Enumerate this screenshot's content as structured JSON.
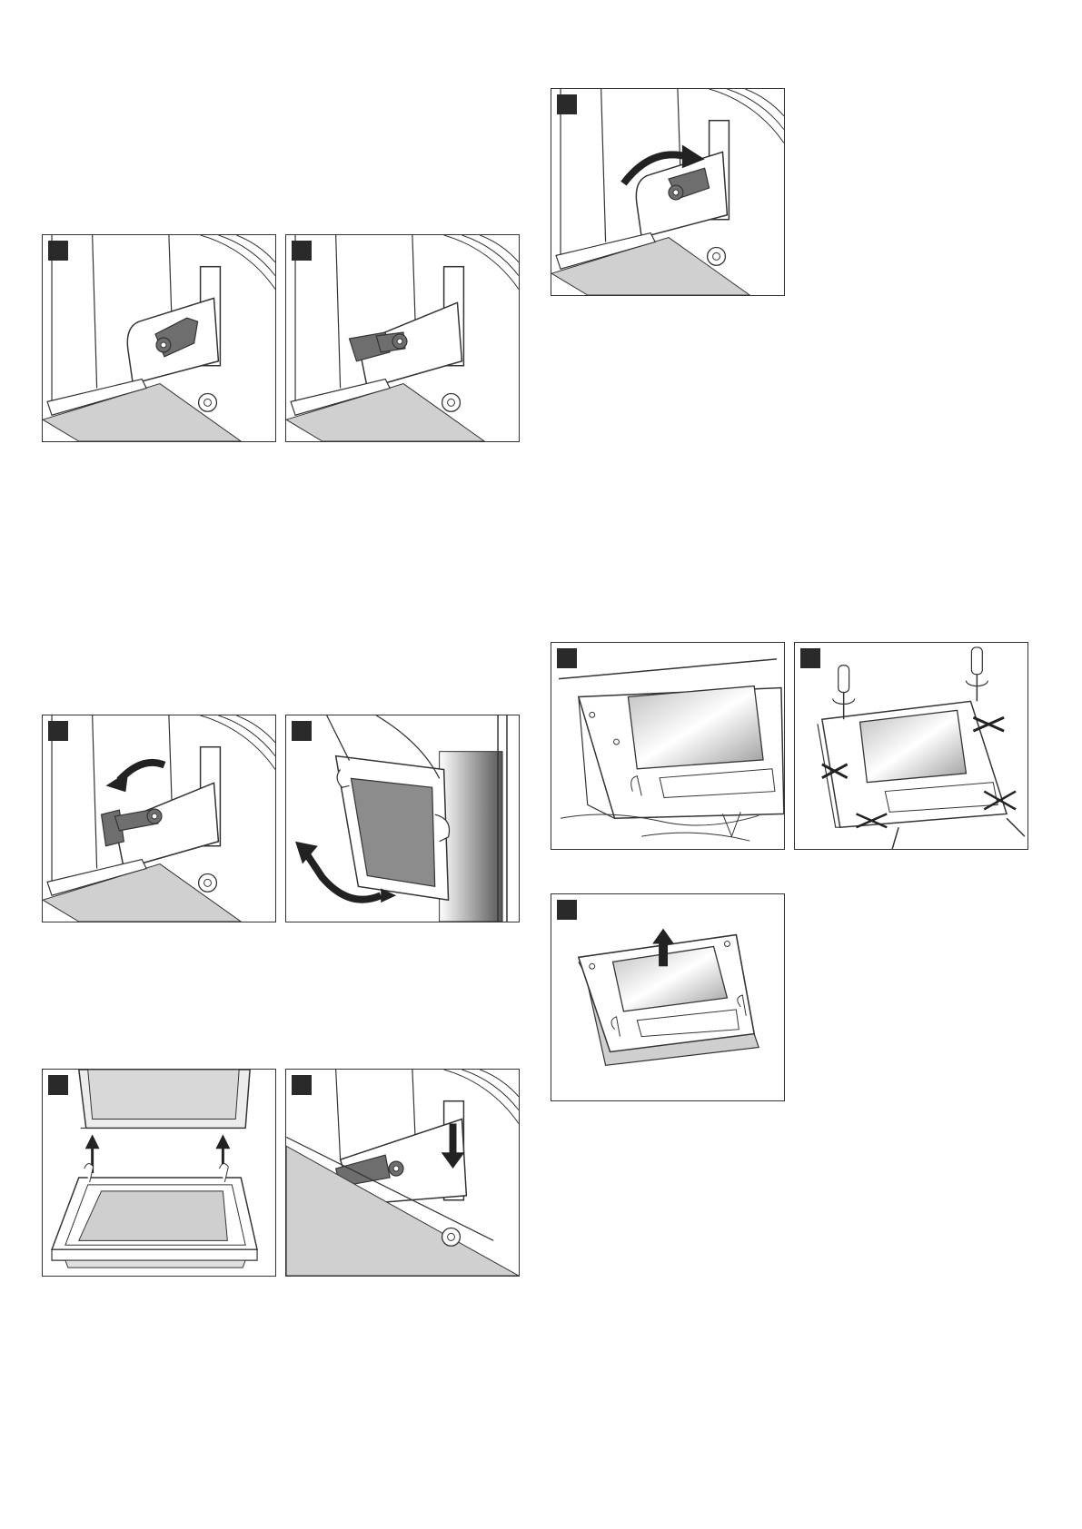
{
  "page": {
    "background": "#ffffff"
  },
  "colors": {
    "line": "#333333",
    "handle": "#6e6e6e",
    "fill_light": "#cfcfcf",
    "glass": "#d8d8d8",
    "badge": "#2a2a2a"
  },
  "figures": [
    {
      "id": "hinge-lever-closed",
      "icon": "hinge-lever-closed-illustration"
    },
    {
      "id": "hinge-lever-flipped",
      "icon": "hinge-lever-flipped-illustration"
    },
    {
      "id": "hinge-lever-folded",
      "icon": "hinge-lever-fold-arrow-illustration"
    },
    {
      "id": "door-lift-off",
      "icon": "door-removal-illustration"
    },
    {
      "id": "door-hinges-insert",
      "icon": "door-hinge-insert-illustration"
    },
    {
      "id": "hinge-lever-down",
      "icon": "hinge-lever-down-arrow-illustration"
    },
    {
      "id": "hinge-lever-open",
      "icon": "hinge-lever-open-arrow-illustration"
    },
    {
      "id": "door-panel-flat",
      "icon": "door-panel-flat-illustration"
    },
    {
      "id": "door-panel-screws",
      "icon": "door-panel-screwdriver-illustration"
    },
    {
      "id": "door-panel-remove-glass",
      "icon": "door-panel-glass-lift-illustration"
    }
  ]
}
